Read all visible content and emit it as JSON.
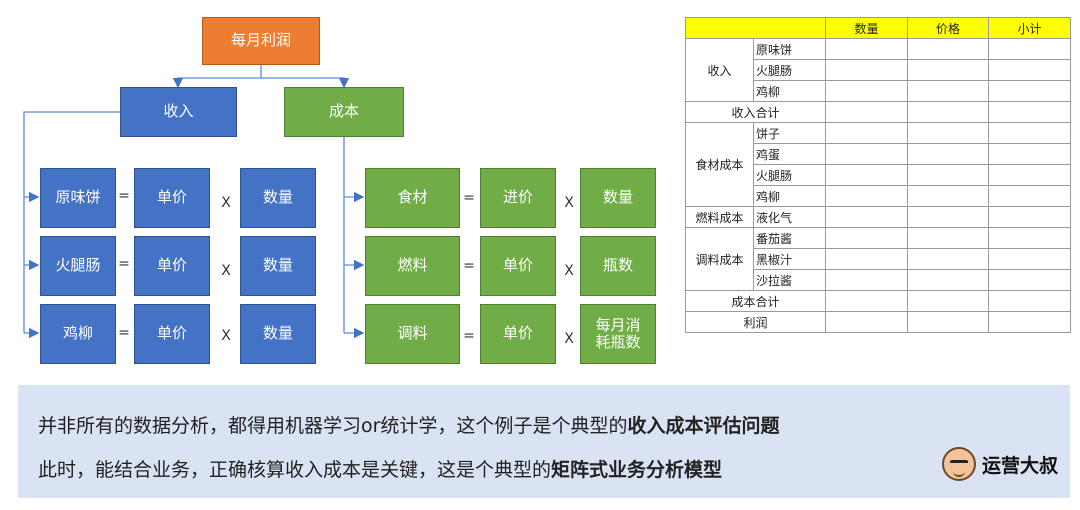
{
  "diagram": {
    "root": "每月利润",
    "income": "收入",
    "cost": "成本",
    "income_rows": [
      {
        "item": "原味饼",
        "eq": "=",
        "price": "单价",
        "times": "X",
        "qty": "数量"
      },
      {
        "item": "火腿肠",
        "eq": "=",
        "price": "单价",
        "times": "X",
        "qty": "数量"
      },
      {
        "item": "鸡柳",
        "eq": "=",
        "price": "单价",
        "times": "X",
        "qty": "数量"
      }
    ],
    "cost_rows": [
      {
        "item": "食材",
        "eq": "=",
        "price": "进价",
        "times": "X",
        "qty": "数量"
      },
      {
        "item": "燃料",
        "eq": "=",
        "price": "单价",
        "times": "X",
        "qty": "瓶数"
      },
      {
        "item": "调料",
        "eq": "=",
        "price": "单价",
        "times": "X",
        "qty": "每月消耗瓶数"
      }
    ]
  },
  "sheet": {
    "headers": [
      "数量",
      "价格",
      "小计"
    ],
    "income_label": "收入",
    "income_items": [
      "原味饼",
      "火腿肠",
      "鸡柳"
    ],
    "income_total": "收入合计",
    "food_label": "食材成本",
    "food_items": [
      "饼子",
      "鸡蛋",
      "火腿肠",
      "鸡柳"
    ],
    "fuel_label": "燃料成本",
    "fuel_item": "液化气",
    "sauce_label": "调料成本",
    "sauce_items": [
      "番茄酱",
      "黑椒汁",
      "沙拉酱"
    ],
    "cost_total": "成本合计",
    "profit": "利润"
  },
  "caption": {
    "line1_text": "并非所有的数据分析，都得用机器学习or统计学，这个例子是个典型的",
    "line1_bold": "收入成本评估问题",
    "line2_text": "此时，能结合业务，正确核算收入成本是关键，这是个典型的",
    "line2_bold": "矩阵式业务分析模型"
  },
  "watermark": {
    "name": "运营大叔"
  },
  "colors": {
    "root": "#ed7d31",
    "income": "#4472c4",
    "cost": "#70ad47",
    "header": "#ffff00",
    "caption_bg": "#dae3f3"
  }
}
